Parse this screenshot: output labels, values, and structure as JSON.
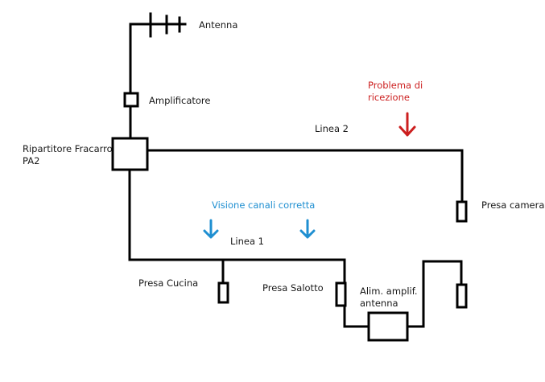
{
  "labels": {
    "antenna": "Antenna",
    "amplifier": "Amplificatore",
    "splitter": "Ripartitore Fracarro\nPA2",
    "line2": "Linea 2",
    "problem": "Problema di\nricezione",
    "bedroom_socket": "Presa camera",
    "correct_viewing": "Visione canali corretta",
    "line1": "Linea 1",
    "kitchen_socket": "Presa Cucina",
    "living_socket": "Presa Salotto",
    "power_supply": "Alim. amplif.\nantenna"
  },
  "colors": {
    "line": "#000000",
    "problem": "#cc1f1f",
    "ok": "#1f8fd1"
  }
}
